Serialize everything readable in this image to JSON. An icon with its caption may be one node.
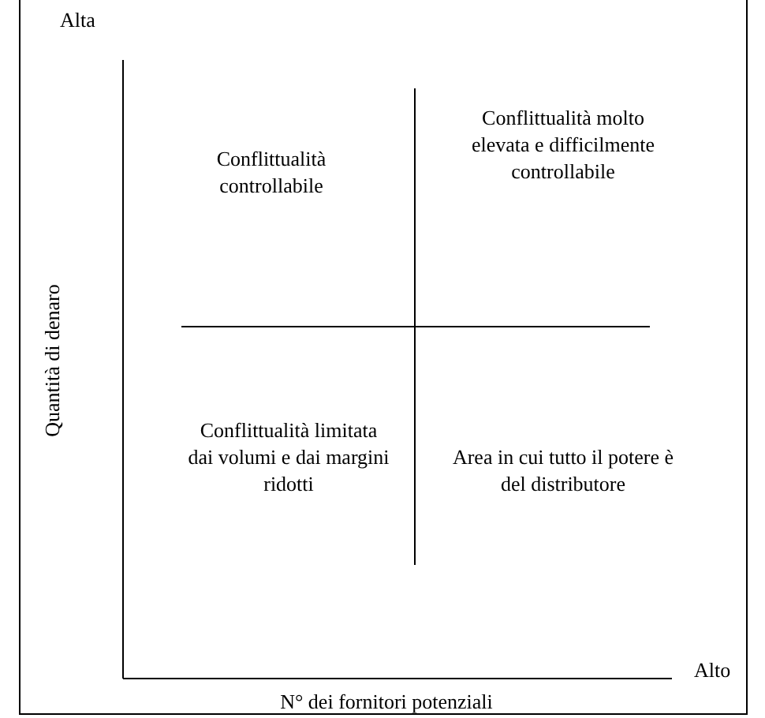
{
  "diagram": {
    "labels": [
      "Alta",
      "Quantità di denaro",
      "Conflittualità controllabile",
      "Conflittualità molto elevata e difficilmente controllabile",
      "Conflittualità limitata dai volumi e dai margini ridotti",
      "Area in cui tutto il potere è del distributore",
      "Alto",
      "N° dei fornitori potenziali"
    ]
  }
}
